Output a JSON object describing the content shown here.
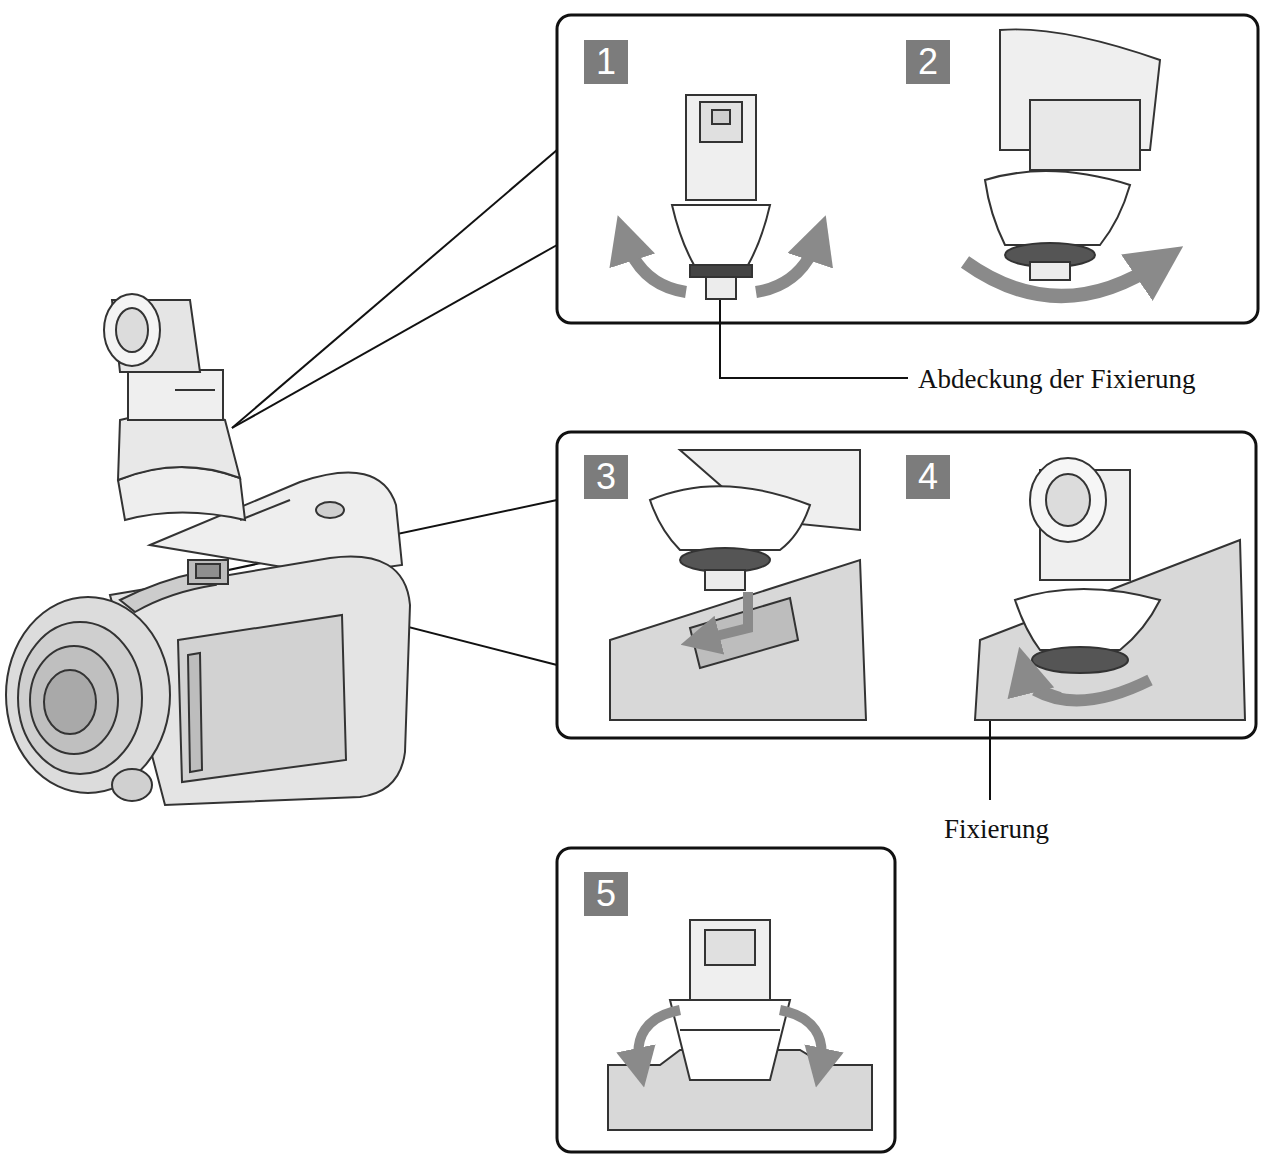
{
  "diagram": {
    "labels": [
      "1",
      "2",
      "Abdeckung der Fixierung",
      "3",
      "4",
      "Fixierung",
      "5"
    ]
  }
}
